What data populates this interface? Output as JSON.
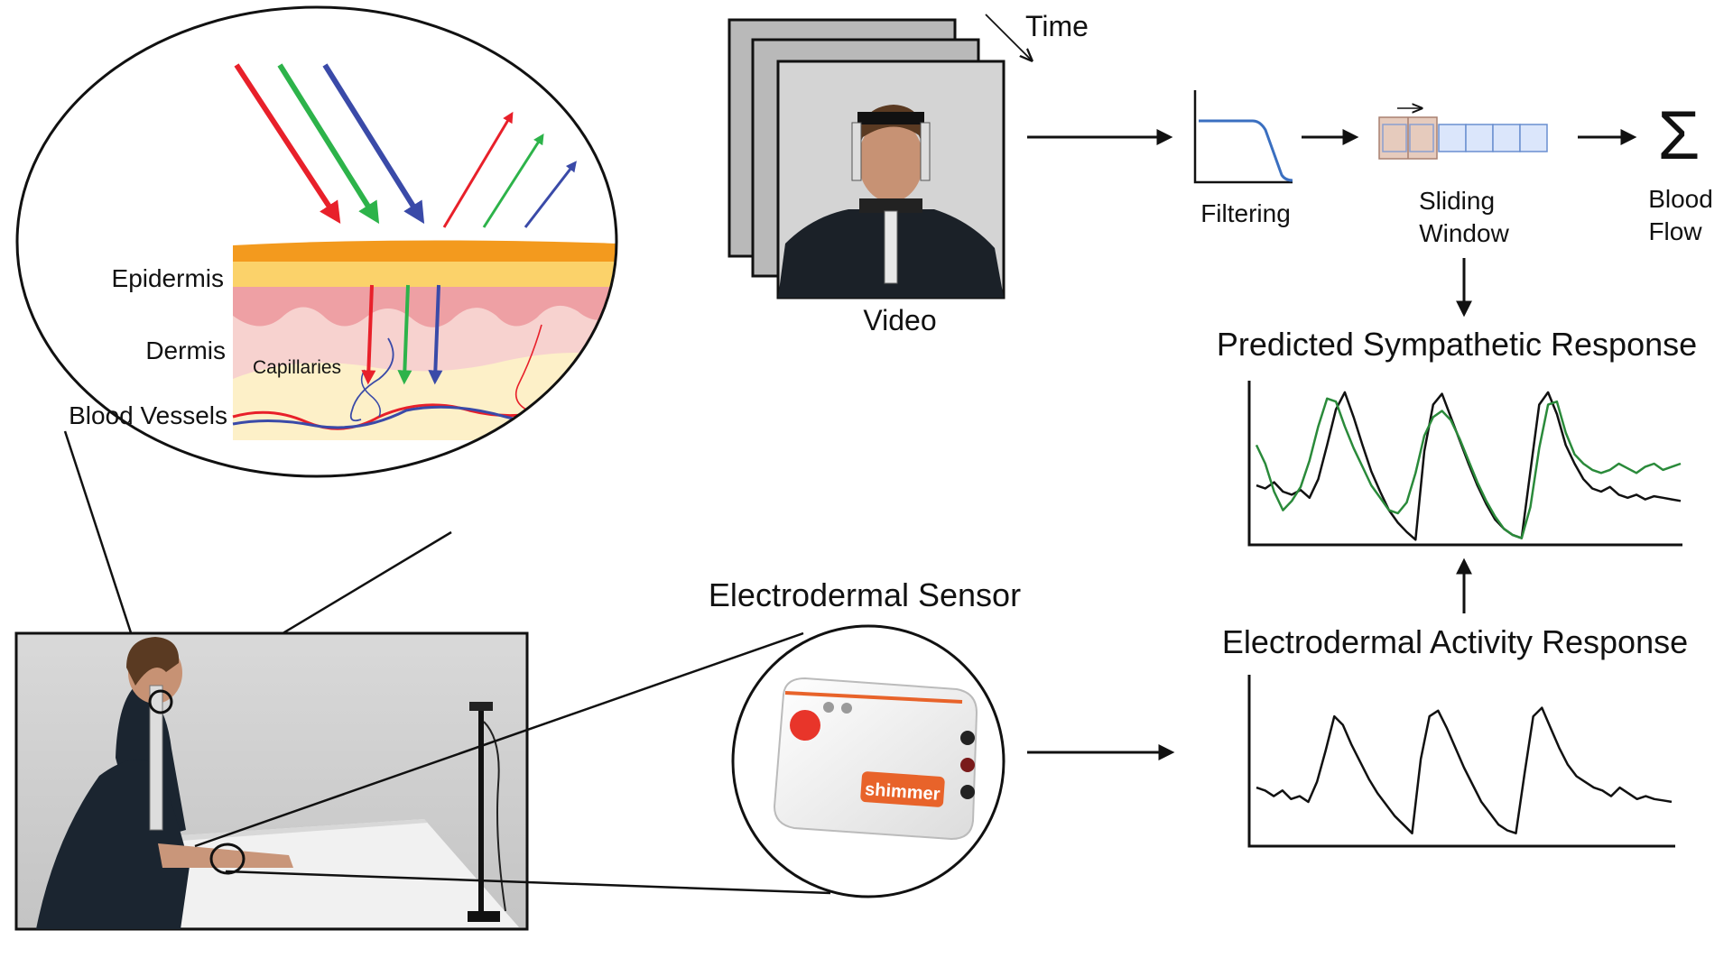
{
  "skin": {
    "layers": [
      "Epidermis",
      "Dermis",
      "Blood Vessels"
    ],
    "capillaries_label": "Capillaries",
    "colors": {
      "red": "#e8202a",
      "green": "#2db34a",
      "blue": "#3a4aa8",
      "epidermis_top": "#f39a1e",
      "epidermis": "#fbd26a",
      "dermis_wave": "#eea0a4",
      "dermis": "#f7d2cf",
      "hypodermis": "#fdf0c8"
    }
  },
  "video": {
    "time_label": "Time",
    "caption": "Video"
  },
  "pipeline": {
    "filtering_label": "Filtering",
    "sliding_label": [
      "Sliding",
      "Window"
    ],
    "sum_symbol": "Σ",
    "blood_flow_label": [
      "Blood",
      "Flow"
    ]
  },
  "sensor": {
    "title": "Electrodermal Sensor",
    "brand": "shimmer",
    "brand_color": "#e8632a"
  },
  "charts": {
    "predicted_title": "Predicted Sympathetic Response",
    "eda_title": "Electrodermal Activity Response"
  },
  "chart_data": [
    {
      "type": "line",
      "title": "Predicted Sympathetic Response",
      "xlabel": "",
      "ylabel": "",
      "x": [
        0,
        1,
        2,
        3,
        4,
        5,
        6,
        7,
        8,
        9,
        10,
        11,
        12,
        13,
        14,
        15,
        16,
        17,
        18,
        19,
        20,
        21,
        22,
        23,
        24,
        25,
        26,
        27,
        28,
        29,
        30,
        31,
        32,
        33,
        34,
        35,
        36,
        37,
        38,
        39,
        40,
        41,
        42,
        43,
        44,
        45,
        46,
        47,
        48
      ],
      "ylim": [
        0,
        1
      ],
      "series": [
        {
          "color": "#111111",
          "values": [
            0.36,
            0.34,
            0.38,
            0.32,
            0.3,
            0.33,
            0.28,
            0.4,
            0.62,
            0.85,
            0.96,
            0.8,
            0.62,
            0.45,
            0.32,
            0.2,
            0.12,
            0.06,
            0.01,
            0.58,
            0.88,
            0.95,
            0.8,
            0.65,
            0.5,
            0.36,
            0.24,
            0.14,
            0.08,
            0.04,
            0.02,
            0.45,
            0.88,
            0.96,
            0.82,
            0.62,
            0.5,
            0.4,
            0.34,
            0.32,
            0.35,
            0.3,
            0.28,
            0.3,
            0.27,
            0.29,
            0.28,
            0.27,
            0.26
          ]
        },
        {
          "color": "#2a8a3a",
          "values": [
            0.62,
            0.5,
            0.32,
            0.2,
            0.26,
            0.35,
            0.52,
            0.74,
            0.92,
            0.9,
            0.74,
            0.6,
            0.48,
            0.36,
            0.28,
            0.2,
            0.18,
            0.25,
            0.44,
            0.68,
            0.8,
            0.84,
            0.78,
            0.66,
            0.52,
            0.38,
            0.26,
            0.16,
            0.08,
            0.04,
            0.02,
            0.22,
            0.6,
            0.88,
            0.9,
            0.7,
            0.56,
            0.5,
            0.46,
            0.44,
            0.46,
            0.5,
            0.47,
            0.44,
            0.48,
            0.5,
            0.46,
            0.48,
            0.5
          ]
        }
      ]
    },
    {
      "type": "line",
      "title": "Electrodermal Activity Response",
      "xlabel": "",
      "ylabel": "",
      "x": [
        0,
        1,
        2,
        3,
        4,
        5,
        6,
        7,
        8,
        9,
        10,
        11,
        12,
        13,
        14,
        15,
        16,
        17,
        18,
        19,
        20,
        21,
        22,
        23,
        24,
        25,
        26,
        27,
        28,
        29,
        30,
        31,
        32,
        33,
        34,
        35,
        36,
        37,
        38,
        39,
        40,
        41,
        42,
        43,
        44,
        45,
        46,
        47,
        48
      ],
      "ylim": [
        0,
        1
      ],
      "series": [
        {
          "color": "#111111",
          "values": [
            0.36,
            0.34,
            0.3,
            0.34,
            0.28,
            0.3,
            0.26,
            0.4,
            0.62,
            0.86,
            0.8,
            0.66,
            0.54,
            0.42,
            0.32,
            0.24,
            0.16,
            0.1,
            0.04,
            0.56,
            0.86,
            0.9,
            0.78,
            0.64,
            0.5,
            0.38,
            0.26,
            0.18,
            0.1,
            0.06,
            0.04,
            0.46,
            0.86,
            0.92,
            0.78,
            0.64,
            0.52,
            0.44,
            0.4,
            0.36,
            0.34,
            0.3,
            0.36,
            0.32,
            0.28,
            0.3,
            0.28,
            0.27,
            0.26
          ]
        }
      ]
    }
  ]
}
